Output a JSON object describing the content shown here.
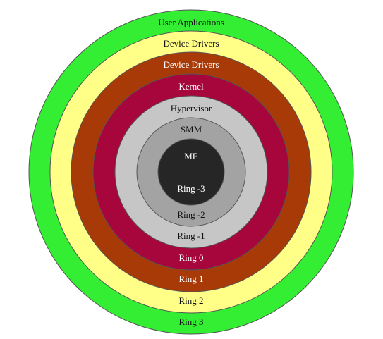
{
  "diagram": {
    "center_fill": "#262626",
    "ring_stroke": "#555555",
    "rings": [
      {
        "name": "User Applications",
        "level": "Ring 3",
        "fill": "#33ee33",
        "text_color": "#111111"
      },
      {
        "name": "Device Drivers",
        "level": "Ring 2",
        "fill": "#ffff88",
        "text_color": "#111111"
      },
      {
        "name": "Device Drivers",
        "level": "Ring 1",
        "fill": "#a83a08",
        "text_color": "#ffffff"
      },
      {
        "name": "Kernel",
        "level": "Ring 0",
        "fill": "#a6063c",
        "text_color": "#ffffff"
      },
      {
        "name": "Hypervisor",
        "level": "Ring -1",
        "fill": "#c6c6c6",
        "text_color": "#111111"
      },
      {
        "name": "SMM",
        "level": "Ring -2",
        "fill": "#a3a3a3",
        "text_color": "#111111"
      },
      {
        "name": "ME",
        "level": "Ring -3",
        "fill": "#262626",
        "text_color": "#ffffff"
      }
    ]
  }
}
